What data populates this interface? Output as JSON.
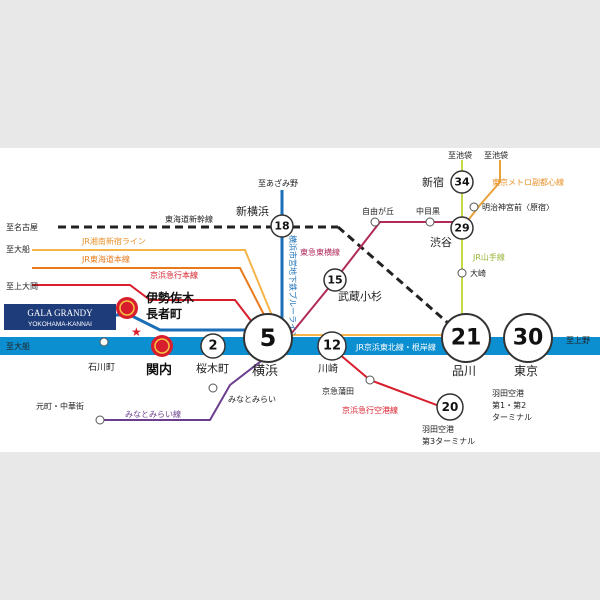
{
  "destinations": {
    "azamino": "至あざみ野",
    "nagoya": "至名古屋",
    "ofuna1": "至大船",
    "kamiooka": "至上大岡",
    "ofuna2": "至大船",
    "ikebukuro1": "至池袋",
    "ikebukuro2": "至池袋",
    "ueno": "至上野"
  },
  "lines": {
    "tokaido_shinkansen": "東海道新幹線",
    "shonan_shinjuku": "JR湘南新宿ライン",
    "tokaido": "JR東海道本線",
    "keikyu": "京浜急行本線",
    "blue_line": "横浜市営地下鉄ブルーライン",
    "toyoko": "東急東横線",
    "fukutoshin": "東京メトロ副都心線",
    "yamanote": "JR山手線",
    "keihin_tohoku": "JR京浜東北線・根岸線",
    "minatomirai": "みなとみらい線",
    "airport": "京浜急行空港線"
  },
  "stations": {
    "shin_yokohama": "新横浜",
    "jiyugaoka": "自由が丘",
    "nakameguro": "中目黒",
    "shinjuku": "新宿",
    "meiji": "明治神宮前〈原宿〉",
    "shibuya": "渋谷",
    "osaki": "大崎",
    "musashikosugi": "武蔵小杉",
    "isezakichojamachi": "伊勢佐木長者町",
    "kannai": "関内",
    "ishikawacho": "石川町",
    "sakuragicho": "桜木町",
    "yokohama": "横浜",
    "kawasaki": "川崎",
    "shinagawa": "品川",
    "tokyo": "東京",
    "minatomirai": "みなとみらい",
    "motomachi": "元町・中華街",
    "keikyu_kamata": "京急蒲田",
    "haneda_12": "羽田空港第1・第2ターミナル",
    "haneda_3": "羽田空港第3ターミナル"
  },
  "minutes": {
    "sakuragicho": "2",
    "yokohama": "5",
    "shin_yokohama": "18",
    "musashikosugi": "15",
    "kawasaki": "12",
    "shibuya": "29",
    "shinjuku": "34",
    "shinagawa": "21",
    "tokyo": "30",
    "haneda": "20"
  },
  "brand": {
    "line1": "GALA GRANDY",
    "line2": "YOKOHAMA-KANNAI"
  },
  "colors": {
    "keihin_tohoku": "#0b8fd1",
    "tokaido": "#e87a1c",
    "shonan": "#f5a623",
    "keikyu": "#d81e2c",
    "blue_line": "#1b6fb6",
    "toyoko": "#c23a6b",
    "minatomirai": "#3d3a8c",
    "fukutoshin": "#8a5a2b",
    "yamanote": "#9acb3c",
    "brand": "#1f3c7a"
  }
}
